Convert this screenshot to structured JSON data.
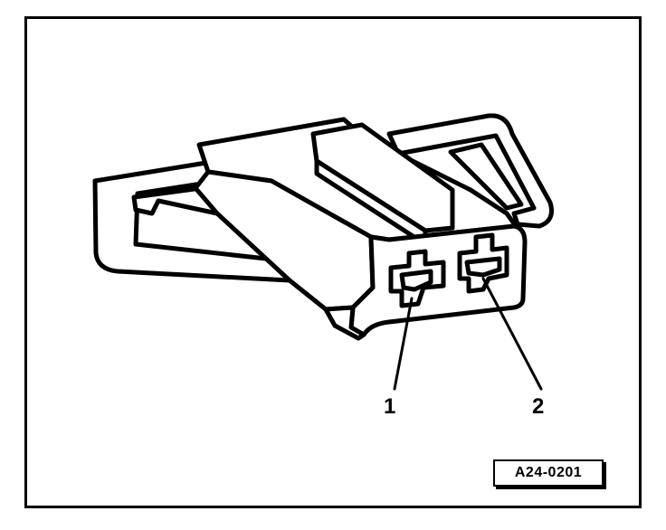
{
  "callouts": {
    "pin_1": "1",
    "pin_2": "2"
  },
  "figure_code": "A24-0201",
  "colors": {
    "ink": "#000000",
    "paper": "#ffffff"
  }
}
